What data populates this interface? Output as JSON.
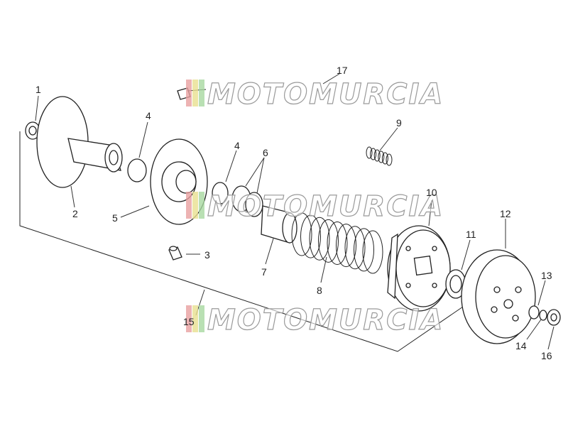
{
  "watermark": {
    "text": "MOTOMURCIA",
    "stripe_colors": [
      "#e8a0a0",
      "#e8e090",
      "#a8d8a0"
    ],
    "text_fill": "#ffffff",
    "text_stroke": "#9a9a9a"
  },
  "callouts": [
    {
      "id": "1",
      "label": "1"
    },
    {
      "id": "2",
      "label": "2"
    },
    {
      "id": "3",
      "label": "3"
    },
    {
      "id": "4a",
      "label": "4"
    },
    {
      "id": "4b",
      "label": "4"
    },
    {
      "id": "5",
      "label": "5"
    },
    {
      "id": "6",
      "label": "6"
    },
    {
      "id": "7",
      "label": "7"
    },
    {
      "id": "8",
      "label": "8"
    },
    {
      "id": "9",
      "label": "9"
    },
    {
      "id": "10",
      "label": "10"
    },
    {
      "id": "11",
      "label": "11"
    },
    {
      "id": "12",
      "label": "12"
    },
    {
      "id": "13",
      "label": "13"
    },
    {
      "id": "14",
      "label": "14"
    },
    {
      "id": "15",
      "label": "15"
    },
    {
      "id": "16",
      "label": "16"
    },
    {
      "id": "17",
      "label": "17"
    }
  ]
}
